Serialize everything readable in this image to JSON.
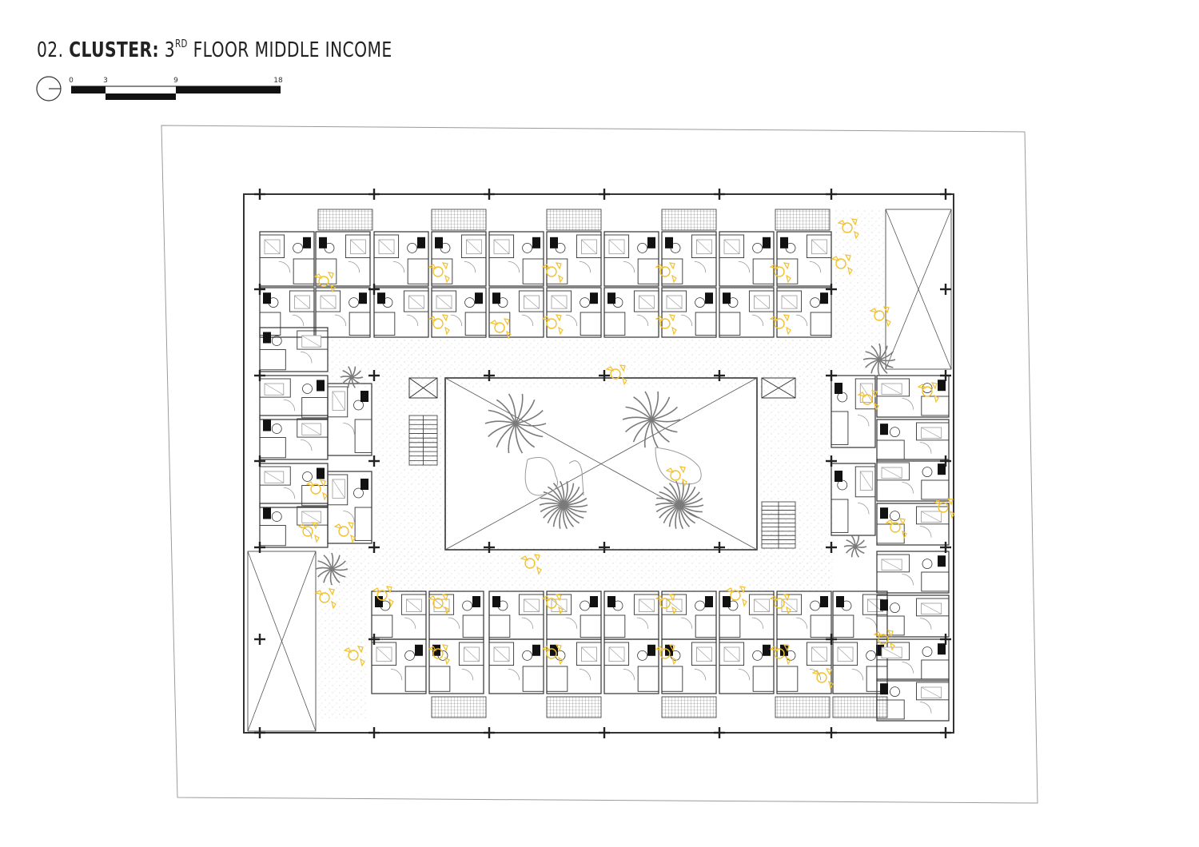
{
  "title": {
    "number": "02.",
    "label": "CLUSTER:",
    "floor_number": "3",
    "floor_suffix": "RD",
    "rest": "FLOOR MIDDLE INCOME"
  },
  "north_arrow": {
    "icon": "north-arrow-icon"
  },
  "scale_bar": {
    "ticks": [
      "0",
      "3",
      "9",
      "18"
    ]
  },
  "colors": {
    "line": "#333333",
    "light_line": "#9a9a9a",
    "highlight": "#f2c12e",
    "vegetation": "#7a7a7a",
    "stipple": "#bdbdbd"
  }
}
